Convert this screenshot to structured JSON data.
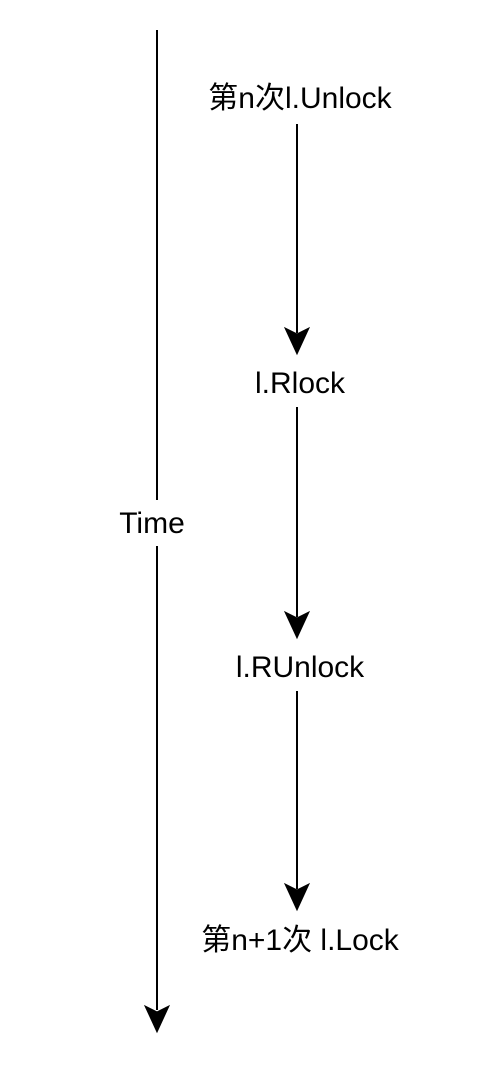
{
  "axis": {
    "label": "Time"
  },
  "steps": [
    {
      "label": "第n次l.Unlock"
    },
    {
      "label": "l.Rlock"
    },
    {
      "label": "l.RUnlock"
    },
    {
      "label": "第n+1次 l.Lock"
    }
  ],
  "colors": {
    "stroke": "#000000",
    "background": "#ffffff",
    "text": "#000000"
  }
}
